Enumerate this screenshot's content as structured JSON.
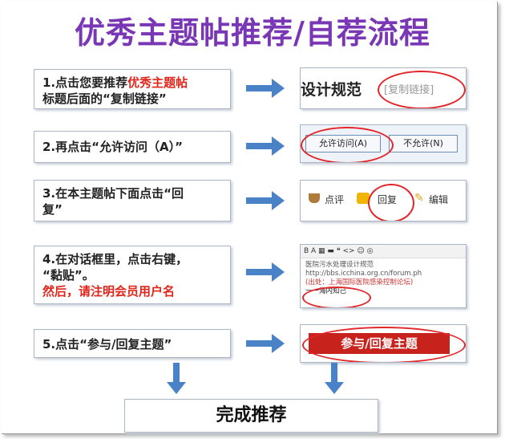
{
  "title": "优秀主题帖推荐/自荐流程",
  "steps": [
    {
      "pre": "1.点击您要推荐",
      "highlight": "优秀主题帖",
      "post": "标题后面的“复制链接”"
    },
    {
      "text": "2.再点击“允许访问（A）”"
    },
    {
      "text": "3.在本主题帖下面点击“回复”"
    },
    {
      "line1": "4.在对话框里，点击右键，",
      "line2": "“黏贴”。",
      "note": "然后，请注明会员用户名"
    },
    {
      "text": "5.点击“参与/回复主题”"
    }
  ],
  "shots": {
    "s1": {
      "title": "设计规范",
      "link": "[复制链接]"
    },
    "s2": {
      "allow": "允许访问(A)",
      "deny": "不允许(N)"
    },
    "s3": {
      "comment": "点评",
      "reply": "回复",
      "edit": "编辑"
    },
    "s4": {
      "toolbar": "B  A  ▦  ▬  ❝  <>  ☺  ◎",
      "lines": [
        "医院污水处理设计规范",
        "http://bbs.icchina.org.cn/forum.ph",
        "(出处：上海国际医院感染控制论坛)",
        "一一海内知己"
      ]
    },
    "s5": {
      "button": "参与/回复主题"
    }
  },
  "final": "完成推荐",
  "colors": {
    "title": "#7a37b5",
    "arrow": "#4a82c8",
    "highlight": "#e0251b",
    "ellipse": "#e3262a",
    "button": "#c8221d"
  }
}
